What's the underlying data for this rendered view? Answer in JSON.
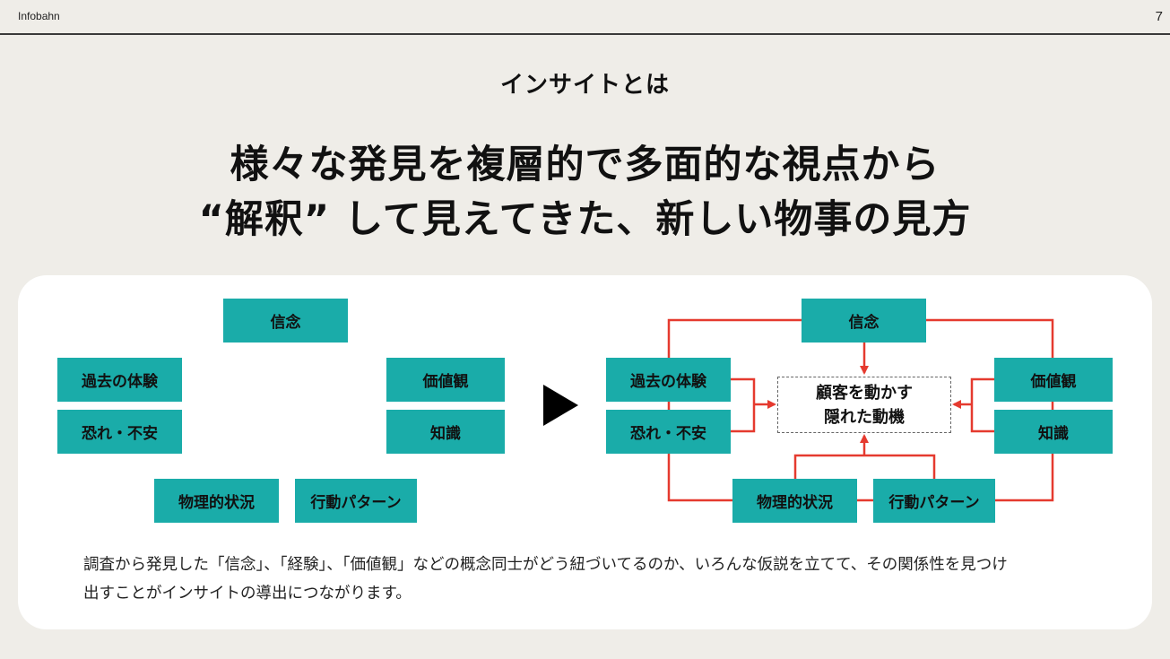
{
  "header": {
    "brand": "Infobahn",
    "page_number": "7"
  },
  "title": "インサイトとは",
  "headline": {
    "line1": "様々な発見を複層的で多面的な視点から",
    "line2": "“解釈” して見えてきた、新しい物事の見方"
  },
  "left_diagram": {
    "belief": "信念",
    "past_experience": "過去の体験",
    "fear": "恐れ・不安",
    "values": "価値観",
    "knowledge": "知識",
    "physical": "物理的状況",
    "behavior": "行動パターン"
  },
  "right_diagram": {
    "belief": "信念",
    "past_experience": "過去の体験",
    "fear": "恐れ・不安",
    "values": "価値観",
    "knowledge": "知識",
    "physical": "物理的状況",
    "behavior": "行動パターン",
    "center_line1": "顧客を動かす",
    "center_line2": "隠れた動機"
  },
  "caption": {
    "line1": "調査から発見した「信念」、「経験」、「価値観」などの概念同士がどう紐づいてるのか、いろんな仮説を立てて、その関係性を見つけ",
    "line2": "出すことがインサイトの導出につながります。"
  },
  "colors": {
    "teal": "#1aaca9",
    "arrow_red": "#e53a2f",
    "background": "#efede8"
  }
}
